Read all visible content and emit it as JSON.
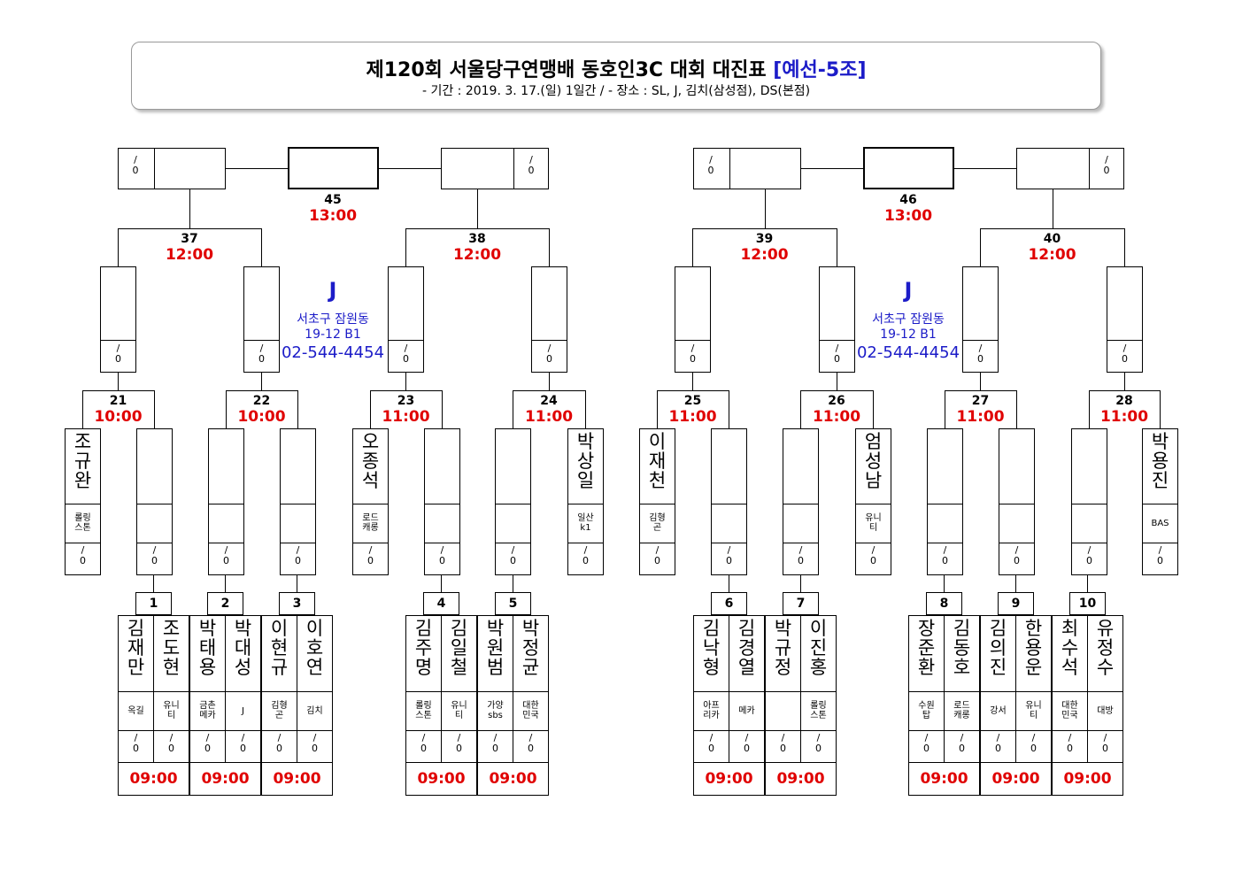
{
  "header": {
    "title": "제120회 서울당구연맹배 동호인3C 대회 대진표",
    "title_tag": "[예선-5조]",
    "subtitle": "- 기간 : 2019. 3. 17.(일) 1일간 / - 장소 : SL, J, 김치(삼성점), DS(본점)"
  },
  "colors": {
    "time_red": "#e00000",
    "venue_blue": "#1c1cc8"
  },
  "score_placeholder": "/\n0",
  "venues": [
    {
      "code": "J",
      "line1": "서초구 잠원동",
      "line2": "19-12 B1",
      "phone": "02-544-4454"
    },
    {
      "code": "J",
      "line1": "서초구 잠원동",
      "line2": "19-12 B1",
      "phone": "02-544-4454"
    }
  ],
  "finals": [
    {
      "num": "45",
      "time": "13:00"
    },
    {
      "num": "46",
      "time": "13:00"
    }
  ],
  "quarters": [
    {
      "num": "37",
      "time": "12:00"
    },
    {
      "num": "38",
      "time": "12:00"
    },
    {
      "num": "39",
      "time": "12:00"
    },
    {
      "num": "40",
      "time": "12:00"
    }
  ],
  "round2": [
    {
      "num": "21",
      "time": "10:00",
      "seed": {
        "name": "조규완",
        "club": "롤링\n스톤"
      }
    },
    {
      "num": "22",
      "time": "10:00",
      "seed": null
    },
    {
      "num": "23",
      "time": "11:00",
      "seed": {
        "name": "오종석",
        "club": "로드\n캐롱"
      }
    },
    {
      "num": "24",
      "time": "11:00",
      "seed": {
        "name": "박상일",
        "club": "일산\nk1"
      }
    },
    {
      "num": "25",
      "time": "11:00",
      "seed": {
        "name": "이재천",
        "club": "김형\n곤"
      }
    },
    {
      "num": "26",
      "time": "11:00",
      "seed": {
        "name": "엄성남",
        "club": "유니\n티"
      }
    },
    {
      "num": "27",
      "time": "11:00",
      "seed": null
    },
    {
      "num": "28",
      "time": "11:00",
      "seed": {
        "name": "박용진",
        "club": "BAS"
      }
    }
  ],
  "round1": [
    {
      "num": "1",
      "time": "09:00",
      "players": [
        {
          "name": "김재만",
          "club": "옥길"
        },
        {
          "name": "조도현",
          "club": "유니\n티"
        }
      ]
    },
    {
      "num": "2",
      "time": "09:00",
      "players": [
        {
          "name": "박태용",
          "club": "금촌\n메카"
        },
        {
          "name": "박대성",
          "club": "J"
        }
      ]
    },
    {
      "num": "3",
      "time": "09:00",
      "players": [
        {
          "name": "이현규",
          "club": "김형\n곤"
        },
        {
          "name": "이호연",
          "club": "김치"
        }
      ]
    },
    {
      "num": "4",
      "time": "09:00",
      "players": [
        {
          "name": "김주명",
          "club": "롤링\n스톤"
        },
        {
          "name": "김일철",
          "club": "유니\n티"
        }
      ]
    },
    {
      "num": "5",
      "time": "09:00",
      "players": [
        {
          "name": "박원범",
          "club": "가양\nsbs"
        },
        {
          "name": "박정균",
          "club": "대한\n민국"
        }
      ]
    },
    {
      "num": "6",
      "time": "09:00",
      "players": [
        {
          "name": "김낙형",
          "club": "아프\n리카"
        },
        {
          "name": "김경열",
          "club": "메카"
        }
      ]
    },
    {
      "num": "7",
      "time": "09:00",
      "players": [
        {
          "name": "박규정",
          "club": ""
        },
        {
          "name": "이진홍",
          "club": "롤링\n스톤"
        }
      ]
    },
    {
      "num": "8",
      "time": "09:00",
      "players": [
        {
          "name": "장준환",
          "club": "수원\n탑"
        },
        {
          "name": "김동호",
          "club": "로드\n캐롱"
        }
      ]
    },
    {
      "num": "9",
      "time": "09:00",
      "players": [
        {
          "name": "김의진",
          "club": "강서"
        },
        {
          "name": "한용운",
          "club": "유니\n티"
        }
      ]
    },
    {
      "num": "10",
      "time": "09:00",
      "players": [
        {
          "name": "최수석",
          "club": "대한\n민국"
        },
        {
          "name": "유정수",
          "club": "대방"
        }
      ]
    }
  ]
}
